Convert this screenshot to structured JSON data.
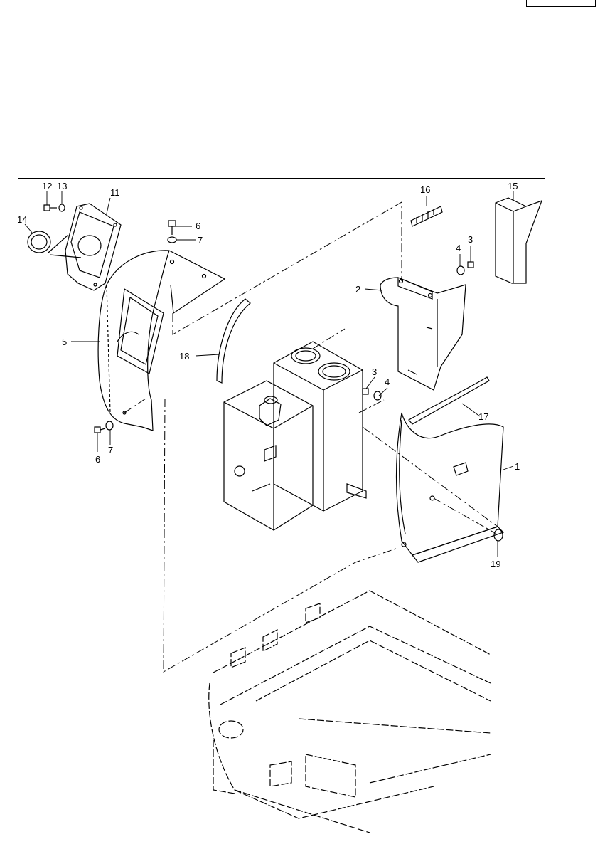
{
  "page_tag": "",
  "callouts": {
    "c1": "1",
    "c2": "2",
    "c3a": "3",
    "c3b": "3",
    "c4a": "4",
    "c4b": "4",
    "c5": "5",
    "c6a": "6",
    "c6b": "6",
    "c7a": "7",
    "c7b": "7",
    "c11": "11",
    "c12": "12",
    "c13": "13",
    "c14": "14",
    "c15": "15",
    "c16": "16",
    "c17": "17",
    "c18": "18",
    "c19": "19"
  }
}
